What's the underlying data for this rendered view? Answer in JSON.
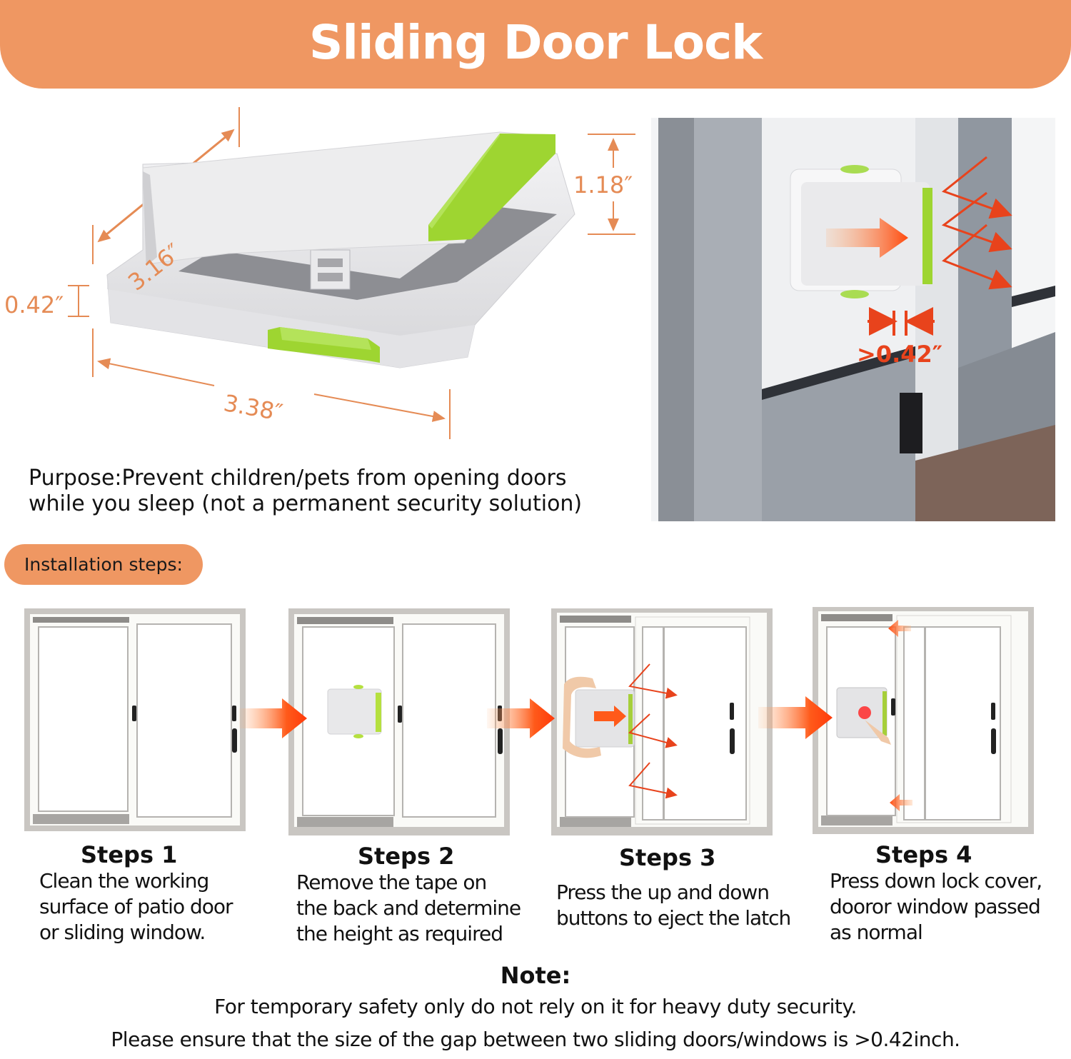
{
  "header": {
    "title": "Sliding Door Lock"
  },
  "colors": {
    "banner": "#ef9762",
    "dimension": "#e58b55",
    "accent_green": "#9ed531",
    "arrow_orange": "#ff5a1a",
    "gap_red": "#e8431c"
  },
  "product_diagram": {
    "dimensions": {
      "depth": "3.16″",
      "height": "1.18″",
      "base_thickness": "0.42″",
      "width": "3.38″"
    }
  },
  "install_photo": {
    "gap_label": ">0.42″"
  },
  "purpose": {
    "line1": "Purpose:Prevent children/pets from opening doors",
    "line2": "while you sleep (not a permanent security solution)"
  },
  "installation": {
    "label": "Installation steps:",
    "steps": [
      {
        "title": "Steps 1",
        "lines": [
          "Clean the working",
          "surface of patio door",
          "or sliding window."
        ]
      },
      {
        "title": "Steps 2",
        "lines": [
          "Remove the tape on",
          "the back and determine",
          "the height as required"
        ]
      },
      {
        "title": "Steps 3",
        "lines": [
          "Press the up and down",
          "buttons to eject the latch"
        ]
      },
      {
        "title": "Steps 4",
        "lines": [
          "Press down lock cover,",
          "dooror window passed",
          "as normal"
        ]
      }
    ]
  },
  "note": {
    "title": "Note:",
    "line1": "For temporary safety only do not rely on it for heavy duty security.",
    "line2": "Please ensure that the size of the gap between two sliding doors/windows is >0.42inch."
  }
}
